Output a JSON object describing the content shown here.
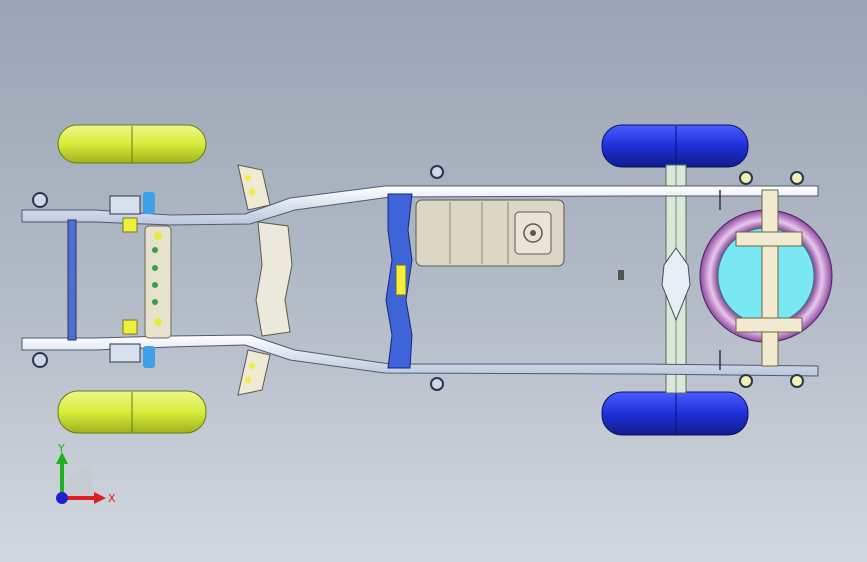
{
  "viewport": {
    "background_top": "#9aa4b3",
    "background_bottom": "#d3d8e0"
  },
  "model": {
    "parts": [
      "front-left-wheel",
      "front-right-wheel",
      "rear-left-wheel",
      "rear-right-wheel",
      "left-frame-rail",
      "right-frame-rail",
      "front-crossmember",
      "engine-mount-crossmember",
      "transmission-crossmember",
      "fuel-tank",
      "rear-axle",
      "differential",
      "spare-tire",
      "rear-crossmember"
    ],
    "colors": {
      "front_tire": "#d7ec3a",
      "rear_tire": "#1e2fd8",
      "frame": "#dfe6f2",
      "fuel_tank": "#dcd6c6",
      "blue_crossmember": "#3f63d8",
      "spare_tire_outer": "#e8c7ef",
      "spare_tire_inner": "#7ae8f2",
      "accent_yellow": "#f2ef3c"
    }
  },
  "triad": {
    "x_label": "X",
    "y_label": "Y",
    "x_color": "#e02020",
    "y_color": "#20b020",
    "z_color": "#2020d0"
  }
}
